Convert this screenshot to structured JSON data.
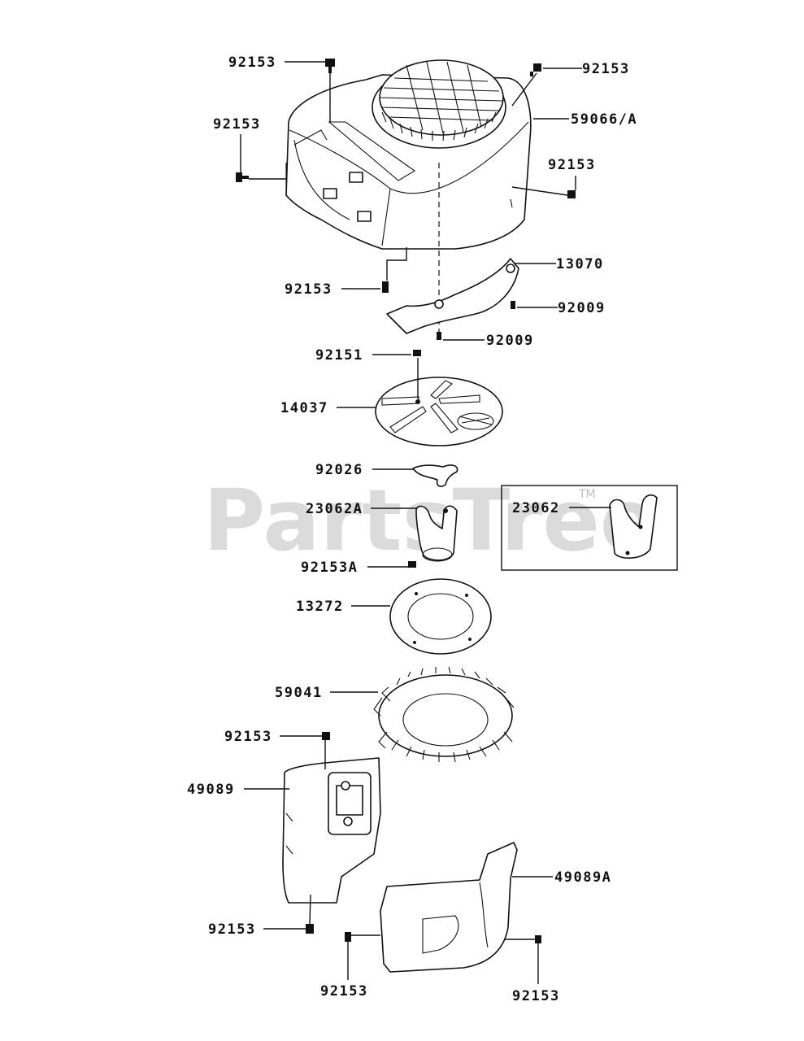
{
  "watermark": {
    "text": "PartsTree",
    "tm": "TM"
  },
  "callouts": {
    "c01": "92153",
    "c02": "92153",
    "c03": "59066/A",
    "c04": "92153",
    "c05": "92153",
    "c06": "92153",
    "c07": "13070",
    "c08": "92009",
    "c09": "92009",
    "c10": "92151",
    "c11": "14037",
    "c12": "92026",
    "c13": "23062A",
    "c14": "23062",
    "c15": "92153A",
    "c16": "13272",
    "c17": "59041",
    "c18": "92153",
    "c19": "49089",
    "c20": "49089A",
    "c21": "92153",
    "c22": "92153",
    "c23": "92153"
  }
}
